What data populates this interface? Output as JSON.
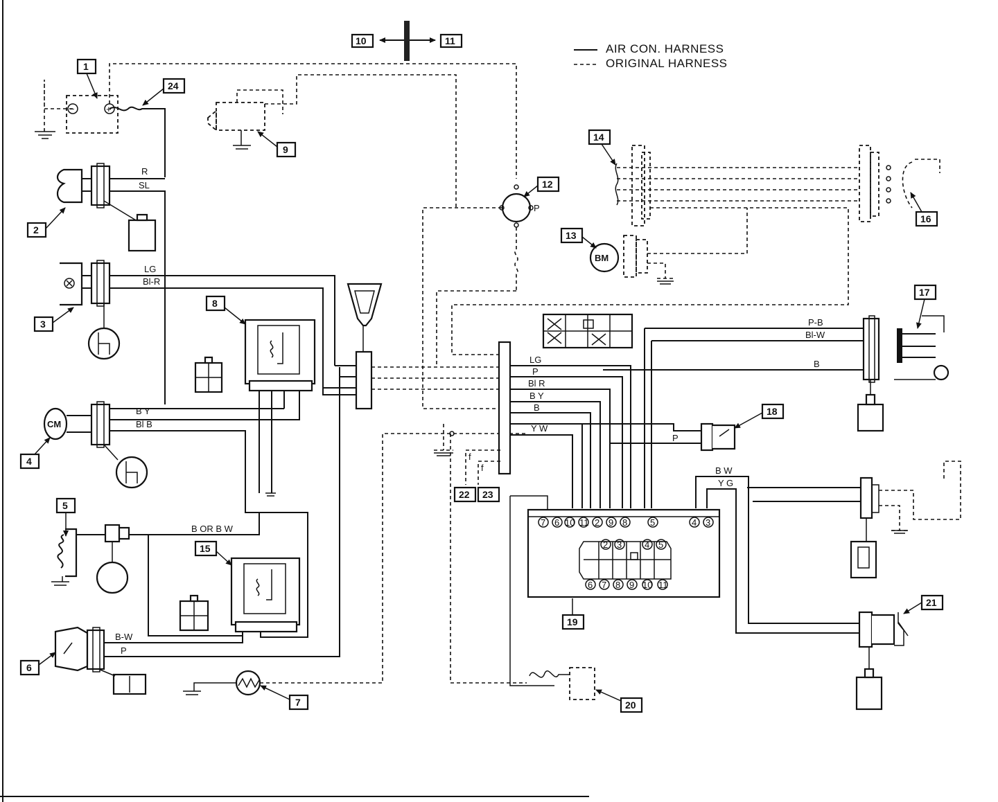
{
  "legend": {
    "air_con_harness": "AIR CON. HARNESS",
    "original_harness": "ORIGINAL HARNESS"
  },
  "callouts": [
    "1",
    "2",
    "3",
    "4",
    "5",
    "6",
    "7",
    "8",
    "9",
    "10",
    "11",
    "12",
    "13",
    "14",
    "15",
    "16",
    "17",
    "18",
    "19",
    "20",
    "21",
    "22",
    "23",
    "24"
  ],
  "wire_labels": {
    "r": "R",
    "sl": "SL",
    "lg_left": "LG",
    "blr_left": "Bl-R",
    "by_left": "B Y",
    "blb": "Bl B",
    "b_or_bw": "B OR B W",
    "bw_left": "B-W",
    "p_left": "P",
    "lg_mid": "LG",
    "p_mid": "P",
    "blr_mid": "Bl R",
    "by_mid": "B Y",
    "b_mid": "B",
    "yw": "Y W",
    "pb": "P-B",
    "blw": "Bl-W",
    "b_right": "B",
    "p_right": "P",
    "bw_right": "B W",
    "yg": "Y G"
  },
  "component_marks": {
    "cm": "CM",
    "bm": "BM",
    "p": "P",
    "battery_neg": "−",
    "battery_pos": "+"
  },
  "connector19_top": [
    "7",
    "6",
    "10",
    "11",
    "2",
    "9",
    "8",
    "5",
    "4",
    "3"
  ],
  "connector19_inner_top": [
    "2",
    "3",
    "4",
    "5"
  ],
  "connector19_inner_bottom": [
    "6",
    "7",
    "8",
    "9",
    "10",
    "11"
  ],
  "wire_tags": [
    "f",
    "f"
  ]
}
